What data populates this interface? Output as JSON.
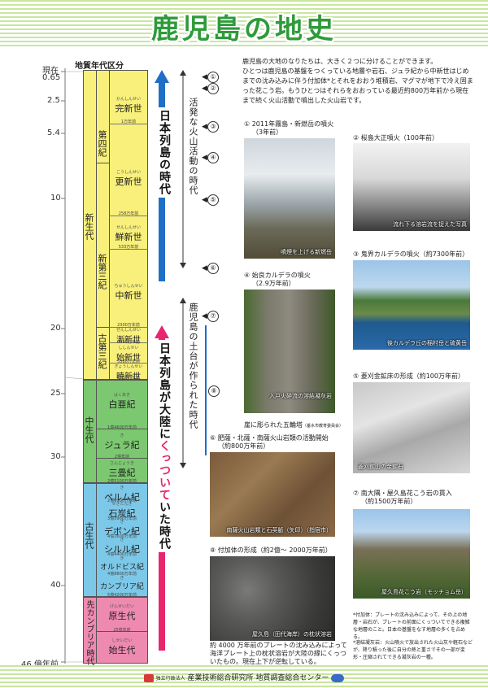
{
  "title": "鹿児島の地史",
  "column_header": "地質年代区分",
  "scale_labels": [
    "現在",
    "0.65",
    "2.5",
    "5.4",
    "10",
    "20",
    "25",
    "30",
    "40",
    "46 億年前"
  ],
  "eras": {
    "cenozoic": "新生代",
    "mesozoic": "中生代",
    "paleozoic": "古生代",
    "precambrian": "先カンブリア時代"
  },
  "periods": {
    "quaternary": "第四紀",
    "neogene": "新第三紀",
    "paleogene": "古第三紀"
  },
  "epochs": [
    {
      "label": "完新世",
      "ruby": "かんしんせい"
    },
    {
      "label": "更新世",
      "ruby": "こうしんせい"
    },
    {
      "label": "鮮新世",
      "ruby": "せんしんせい"
    },
    {
      "label": "中新世",
      "ruby": "ちゅうしんせい"
    },
    {
      "label": "漸新世",
      "ruby": "ぜんしんせい"
    },
    {
      "label": "始新世",
      "ruby": "ししんせい"
    },
    {
      "label": "暁新世",
      "ruby": "ぎょうしんせい"
    }
  ],
  "mesozoic_periods": [
    {
      "label": "白亜紀",
      "ruby": "はくあき"
    },
    {
      "label": "ジュラ紀",
      "ruby": "き"
    },
    {
      "label": "三畳紀",
      "ruby": "さんじょうき"
    }
  ],
  "paleozoic_periods": [
    {
      "label": "ペルム紀",
      "ruby": "き"
    },
    {
      "label": "石炭紀",
      "ruby": "せきたんき"
    },
    {
      "label": "デボン紀",
      "ruby": "き"
    },
    {
      "label": "シルル紀",
      "ruby": "き"
    },
    {
      "label": "オルドビス紀",
      "ruby": "き"
    },
    {
      "label": "カンブリア紀",
      "ruby": "き"
    }
  ],
  "precambrian_periods": [
    {
      "label": "原生代",
      "ruby": "げんせいだい"
    },
    {
      "label": "始生代",
      "ruby": "しせいだい"
    }
  ],
  "years": {
    "y1": "1万年前",
    "y258": "258万年前",
    "y533": "533万年前",
    "y2300": "2300万年前",
    "y3390": "3390万年前",
    "y5580": "5580万年前",
    "y6550": "6550万年前",
    "y14600": "1億4600万年前",
    "y20000": "2億年前",
    "y25100": "2億5100万年前",
    "y29900": "2億9900万年前",
    "y35900": "3億5900万年前",
    "y41600": "4億1600万年前",
    "y44400": "4億4400万年前",
    "y48800": "4億8800万年前",
    "y54200": "5億4200万年前",
    "y250000": "25億年前"
  },
  "arrow_label_blue": "日本列島の時代",
  "arrow_label_red_a": "日本列島が大陸に",
  "arrow_label_red_b": "くっついて",
  "arrow_label_red_c": "いた時代",
  "bracket_top": "活発な火山活動の時代",
  "bracket_bottom": "鹿児島の土台が作られた時代",
  "markers": [
    "①",
    "②",
    "③",
    "④",
    "⑤",
    "⑥",
    "⑦",
    "⑧"
  ],
  "intro": [
    "鹿児島の大地のなりたちは、大きく２つに分けることができます。",
    "ひとつは鹿児島の基盤をつくっている地層や岩石、ジュラ紀から中新世はじめまでの沈み込みに伴う付加体*とそれをおおう堆積岩、マグマが地下で冷え固まった花こう岩。もうひとつはそれらをおおっている最近約800万年前から現在まで続く火山活動で噴出した火山岩です。"
  ],
  "photos": [
    {
      "title": "① 2011年霧島・新燃岳の噴火",
      "sub": "（3年前）",
      "caption": "噴煙を上げる新燃岳"
    },
    {
      "title": "② 桜島大正噴火（100年前）",
      "sub": "",
      "caption": "流れ下る溶岩流を捉えた写真"
    },
    {
      "title": "③ 鬼界カルデラの噴火（約7300年前）",
      "sub": "",
      "caption": "後カルデラ丘の稲村岳と硫黄岳"
    },
    {
      "title": "④ 始良カルデラの噴火",
      "sub": "（2.9万年前）",
      "caption": "入戸火砕流の溶結凝灰岩",
      "caption2": "崖に彫られた五輪塔",
      "credit": "（垂水市教育委員会）"
    },
    {
      "title": "⑤ 菱刈金鉱床の形成（約100万年前）",
      "sub": "",
      "caption": "菱刈鉱山の金鉱石"
    },
    {
      "title": "⑥ 肥薩・北薩・南薩火山岩類の活動開始",
      "sub": "（約800万年前）",
      "caption": "南薩火山岩類と石英脈（矢印）（指宿市）"
    },
    {
      "title": "⑦ 南大隅・屋久島花こう岩の貫入",
      "sub": "（約1500万年前）",
      "caption": "屋久島花こう岩（モッチョム岳）"
    },
    {
      "title": "⑧ 付加体の形成（約2億〜 2000万年前）",
      "sub": "",
      "caption": "屋久島（田代海岸）の枕状溶岩"
    }
  ],
  "pillow_text": "約 4000 万年前のプレートの沈み込みによって海洋プレート上の枕状溶岩が大陸の縁にくっついたもの。現在上下が逆転している。",
  "notes": [
    "*付加体：プレートの沈み込みによって、その上の地層・岩石が、プレートの前面にくっついてできる複雑な地層のこと。日本の基盤をなす地層の多くを占める。",
    "*溶結凝灰岩：火山噴火で放出された火山灰や軽石などが、降り積った後に自分の熱と重さでその一部が変形・圧縮されてできる凝灰岩の一種。"
  ],
  "footer": {
    "org_small": "独立行政法人",
    "org": "産業技術総合研究所",
    "center": "地質調査総合センター"
  },
  "colors": {
    "cenozoic": "#f8f07a",
    "mesozoic": "#7cc870",
    "paleozoic": "#7cc8e8",
    "precambrian": "#ee8ab0",
    "blue_arrow": "#1e6fc8",
    "red_arrow": "#e8266e",
    "title_green": "#2e9b3a"
  }
}
